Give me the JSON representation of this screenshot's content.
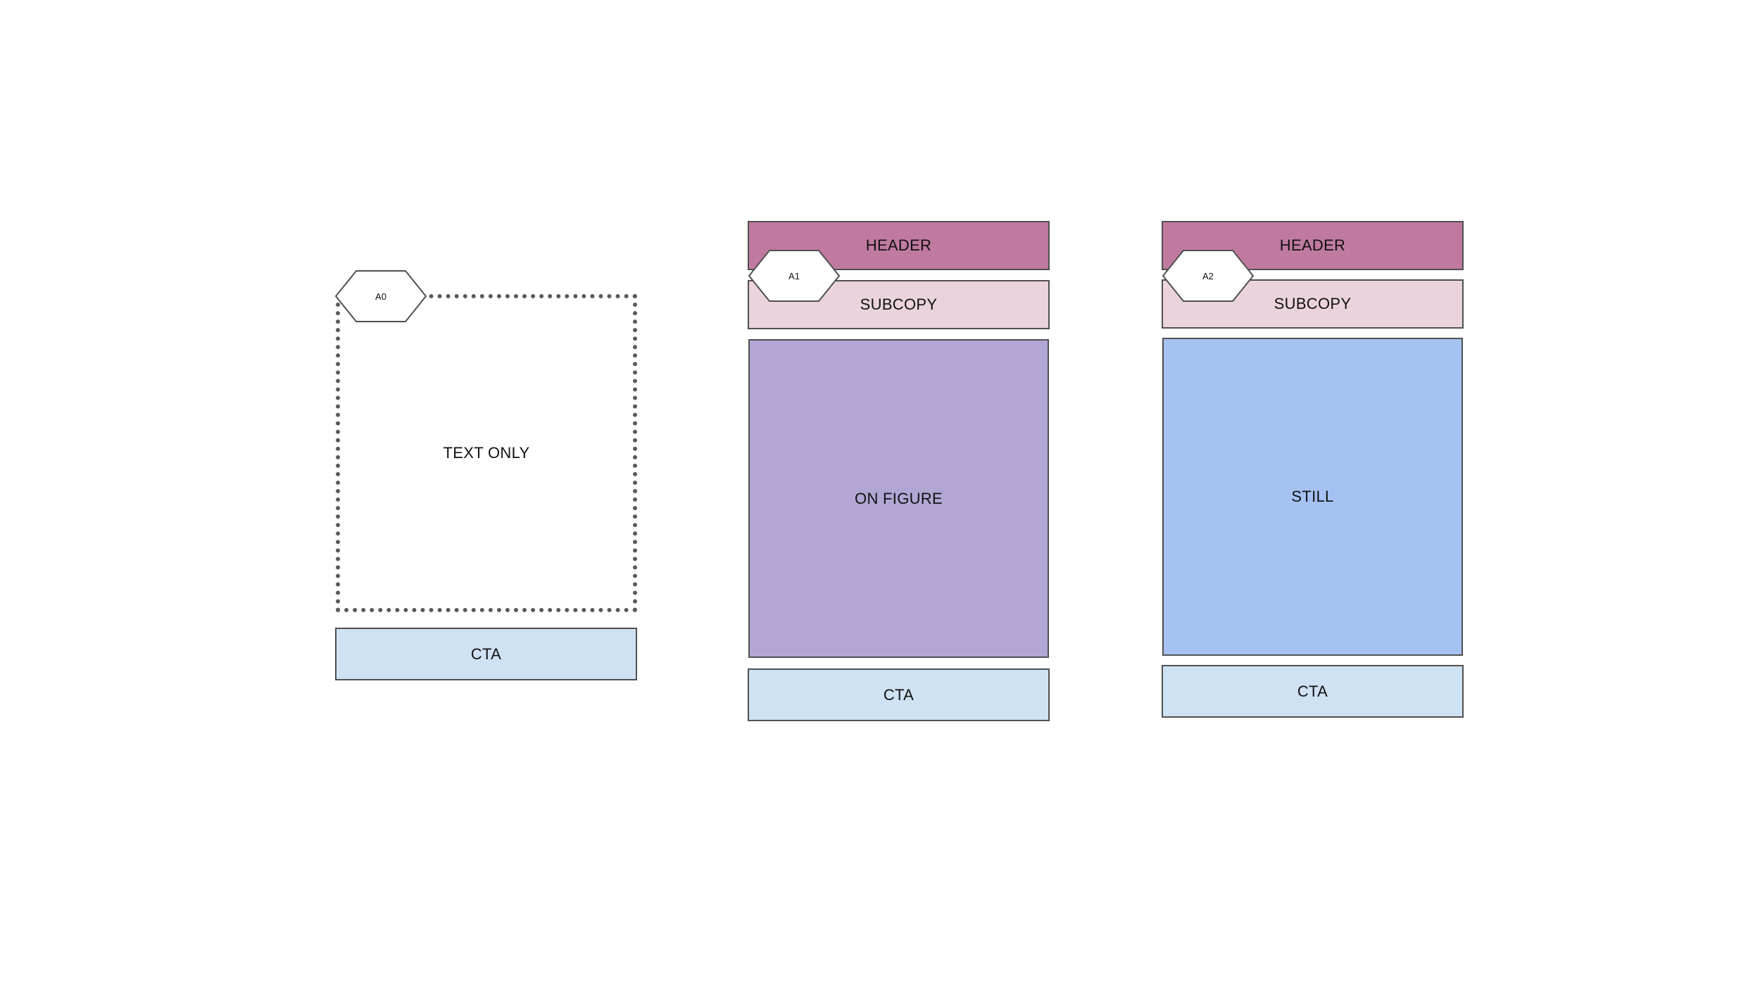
{
  "colors": {
    "header": "#c07aa0",
    "subcopy": "#ead3dd",
    "figure": "#b3a6d4",
    "still": "#a6c2f3",
    "cta": "#cfe2f3",
    "border": "#505050"
  },
  "panels": [
    {
      "badge": "A0",
      "content": "TEXT ONLY",
      "cta": "CTA"
    },
    {
      "badge": "A1",
      "header": "HEADER",
      "subcopy": "SUBCOPY",
      "content": "ON FIGURE",
      "cta": "CTA"
    },
    {
      "badge": "A2",
      "header": "HEADER",
      "subcopy": "SUBCOPY",
      "content": "STILL",
      "cta": "CTA"
    }
  ]
}
